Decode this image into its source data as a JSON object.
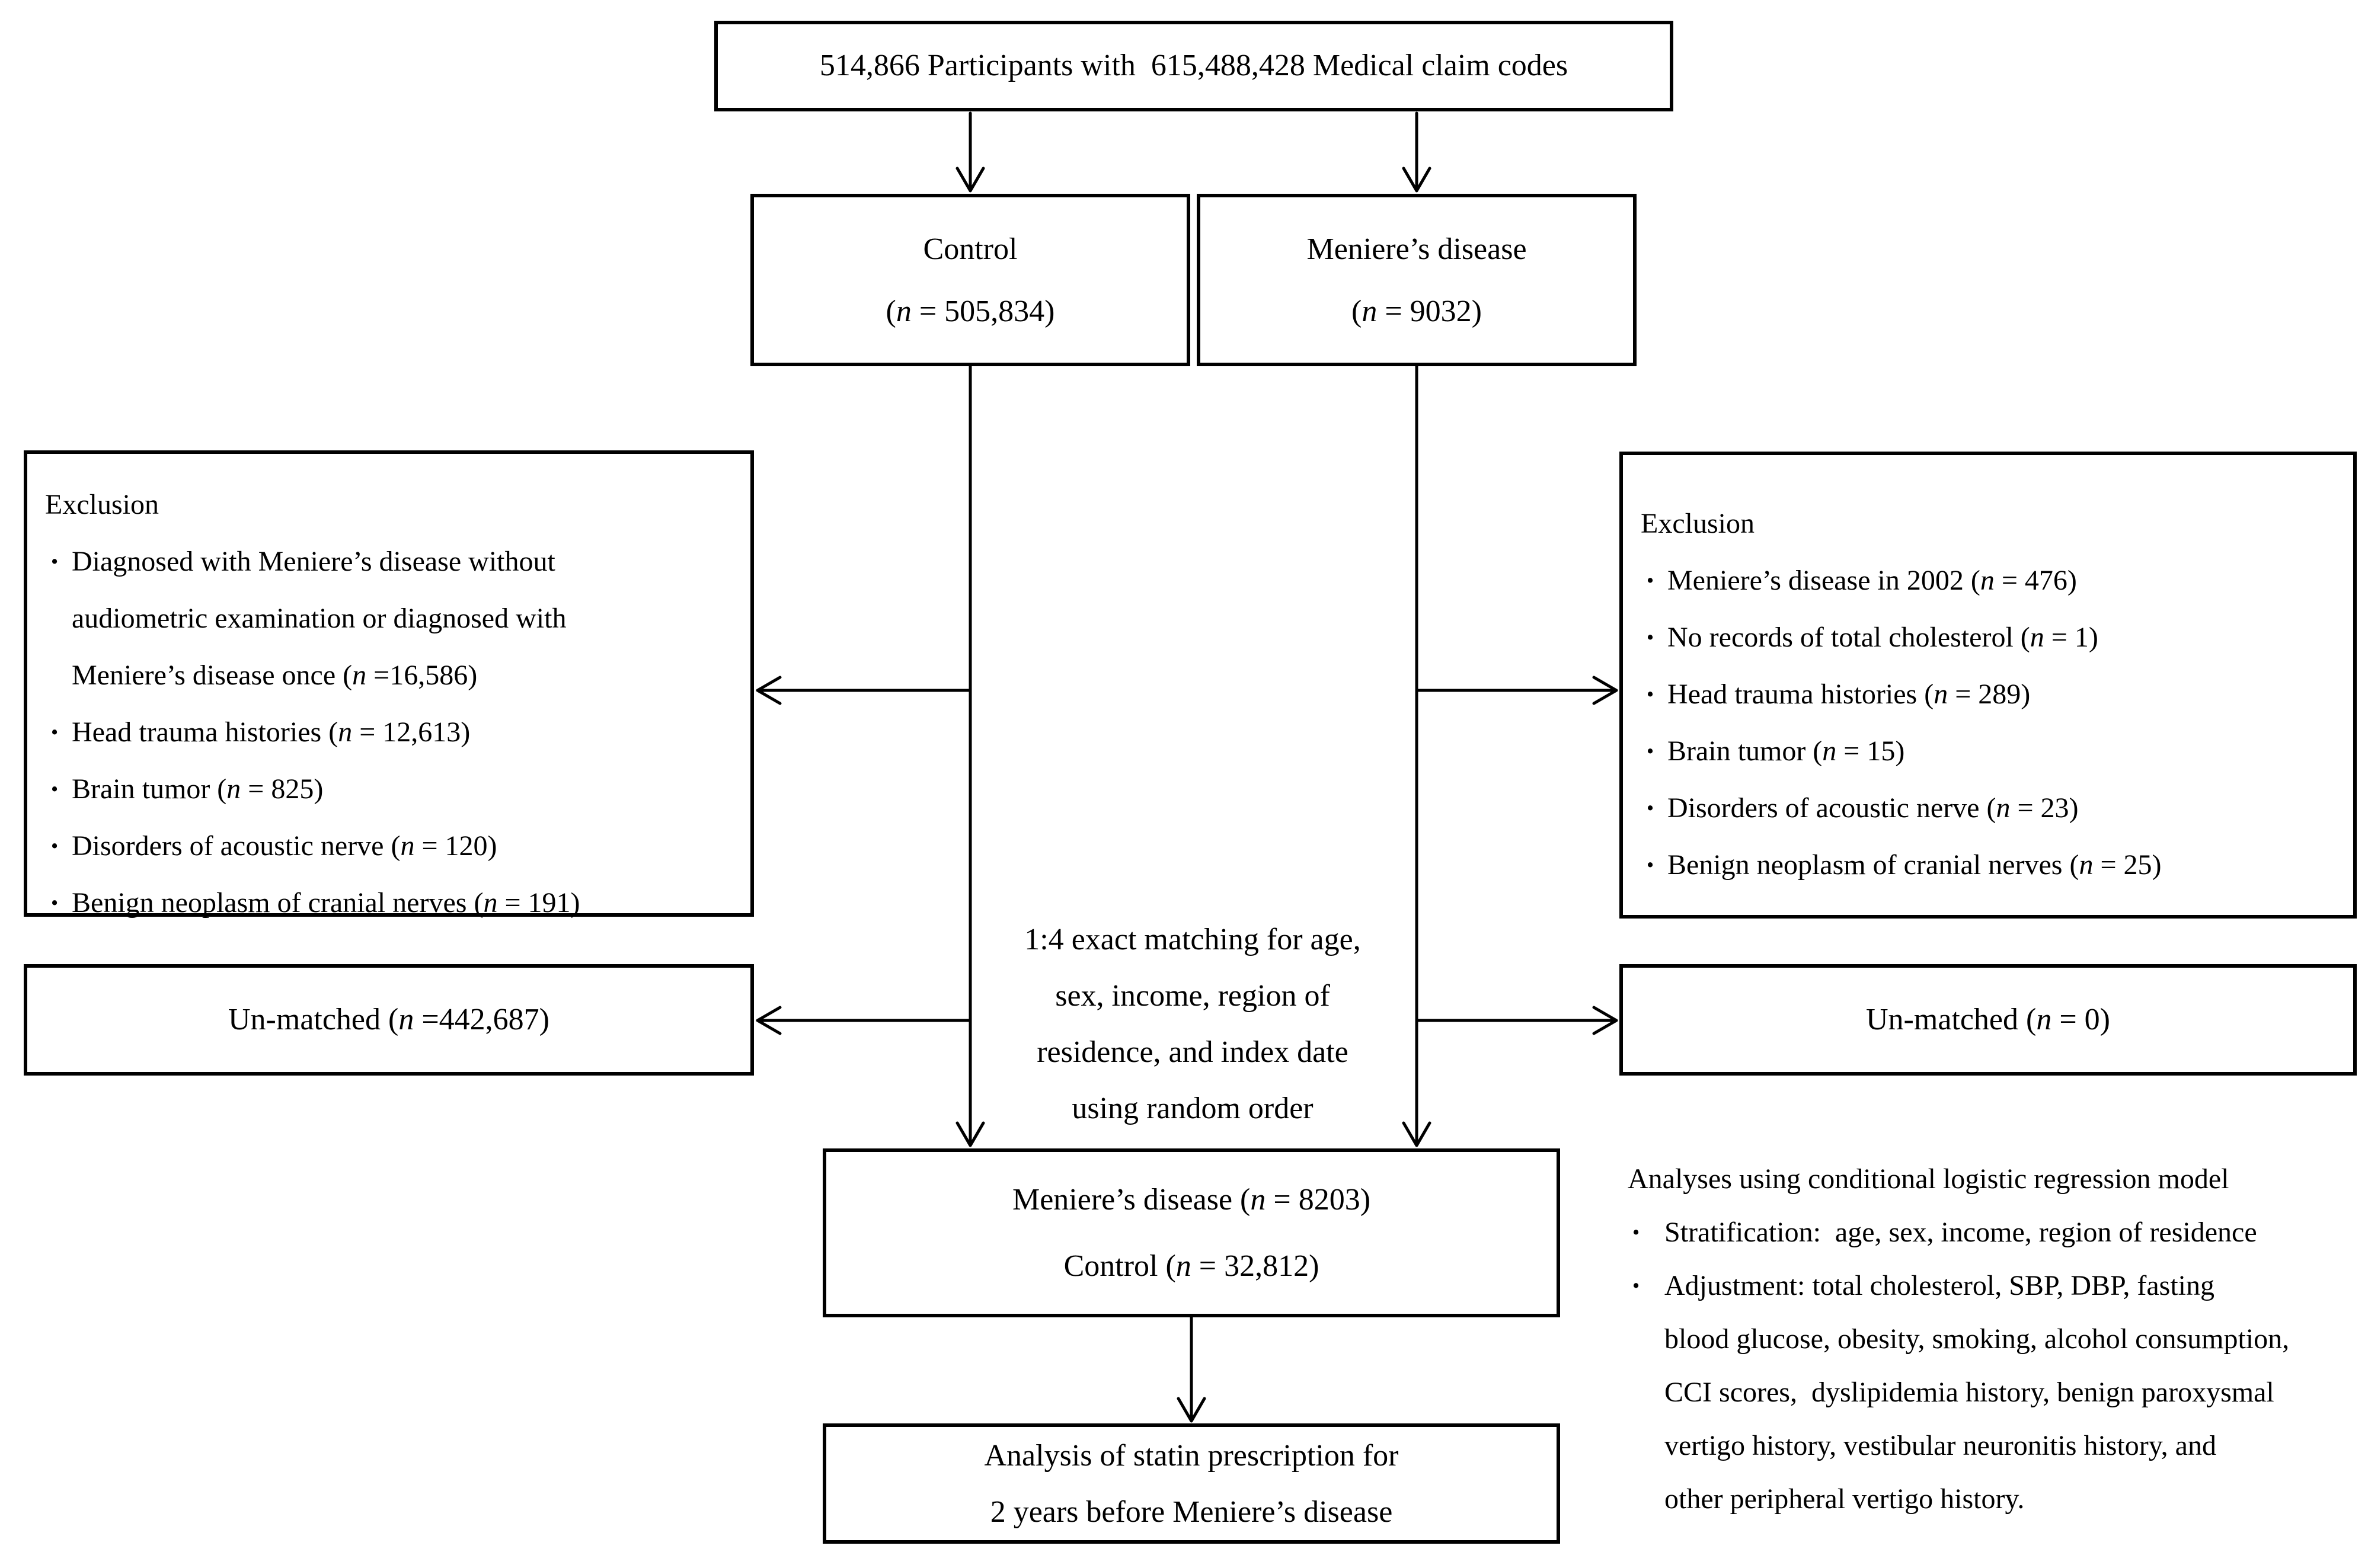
{
  "colors": {
    "ink": "#000000",
    "background": "#ffffff"
  },
  "bullet": "•",
  "flow": {
    "top_box": "514,866 Participants with  615,488,428 Medical claim codes",
    "control_box": [
      "Control",
      "(n = 505,834)"
    ],
    "meniere_box": [
      "Meniere’s disease",
      "(n = 9032)"
    ],
    "left_exclusion": {
      "title": "Exclusion",
      "items": [
        [
          "Diagnosed with Meniere’s disease without",
          "audiometric examination or diagnosed with",
          "Meniere’s disease once (n =16,586)"
        ],
        [
          "Head trauma histories (n = 12,613)"
        ],
        [
          "Brain tumor (n = 825)"
        ],
        [
          "Disorders of acoustic nerve (n = 120)"
        ],
        [
          "Benign neoplasm of cranial nerves (n = 191)"
        ]
      ]
    },
    "right_exclusion": {
      "title": "Exclusion",
      "items": [
        [
          "Meniere’s disease in 2002 (n = 476)"
        ],
        [
          "No records of total cholesterol (n = 1)"
        ],
        [
          "Head trauma histories (n = 289)"
        ],
        [
          "Brain tumor (n = 15)"
        ],
        [
          "Disorders of acoustic nerve (n = 23)"
        ],
        [
          "Benign neoplasm of cranial nerves (n = 25)"
        ]
      ]
    },
    "left_unmatched_box": "Un-matched (n =442,687)",
    "right_unmatched_box": "Un-matched (n = 0)",
    "matching_note": [
      "1:4 exact matching for age,",
      "sex, income, region of",
      "residence, and index date",
      "using random order"
    ],
    "matched_box": [
      "Meniere’s disease (n = 8203)",
      "Control (n = 32,812)"
    ],
    "analysis_box": [
      "Analysis of statin prescription for",
      "2 years before Meniere’s disease"
    ],
    "annotation": {
      "title": "Analyses using conditional logistic regression model",
      "items": [
        [
          "Stratification:  age, sex, income, region of residence"
        ],
        [
          "Adjustment: total cholesterol, SBP, DBP, fasting",
          "blood glucose, obesity, smoking, alcohol consumption,",
          "CCI scores,  dyslipidemia history, benign paroxysmal",
          "vertigo history, vestibular neuronitis history, and",
          "other peripheral vertigo history."
        ]
      ]
    }
  }
}
